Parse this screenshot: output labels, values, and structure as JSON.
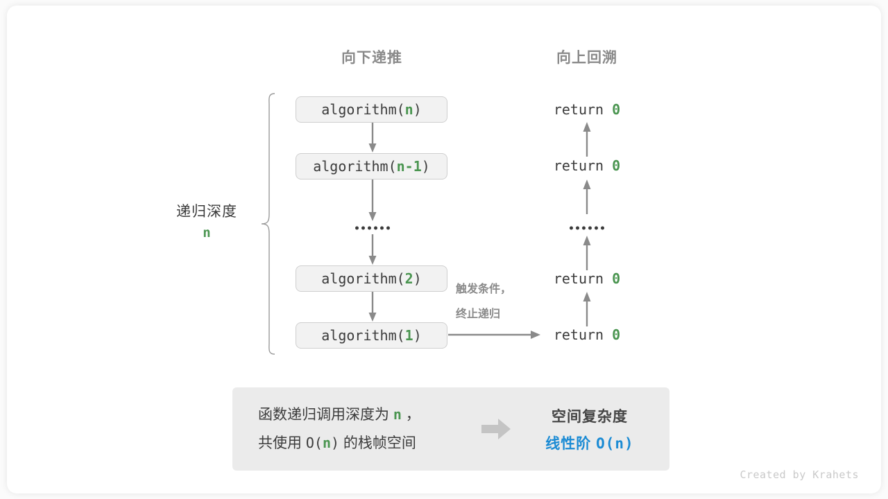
{
  "headers": {
    "down": "向下递推",
    "up": "向上回溯"
  },
  "depth_label": {
    "title": "递归深度",
    "value": "n"
  },
  "call_stack": [
    {
      "prefix": "algorithm(",
      "arg": "n",
      "suffix": ")"
    },
    {
      "prefix": "algorithm(",
      "arg": "n-1",
      "suffix": ")"
    },
    {
      "prefix": "algorithm(",
      "arg": "2",
      "suffix": ")"
    },
    {
      "prefix": "algorithm(",
      "arg": "1",
      "suffix": ")"
    }
  ],
  "returns": [
    {
      "text": "return ",
      "value": "0"
    },
    {
      "text": "return ",
      "value": "0"
    },
    {
      "text": "return ",
      "value": "0"
    },
    {
      "text": "return ",
      "value": "0"
    }
  ],
  "ellipsis": "••••••",
  "trigger_note": {
    "line1": "触发条件，",
    "line2": "终止递归"
  },
  "summary": {
    "left_line1_a": "函数递归调用深度为 ",
    "left_line1_var": "n",
    "left_line1_b": " ，",
    "left_line2_a": "共使用 ",
    "left_line2_fn": "O(",
    "left_line2_var": "n",
    "left_line2_fn2": ")",
    "left_line2_b": " 的栈帧空间",
    "arrow_icon": "right-arrow-icon",
    "right_title": "空间复杂度",
    "right_value_label": "线性阶 ",
    "right_value_expr": "O(n)"
  },
  "credit": "Created by Krahets",
  "colors": {
    "green": "#4a9550",
    "blue": "#1b8bd4",
    "gray_text": "#8a8a8a",
    "dark_text": "#3b3b3b",
    "box_fill": "#f2f2f2",
    "box_border": "#cfcfcf",
    "panel_fill": "#ebebeb",
    "arrow": "#8a8a8a",
    "credit": "#c9c9c9"
  }
}
